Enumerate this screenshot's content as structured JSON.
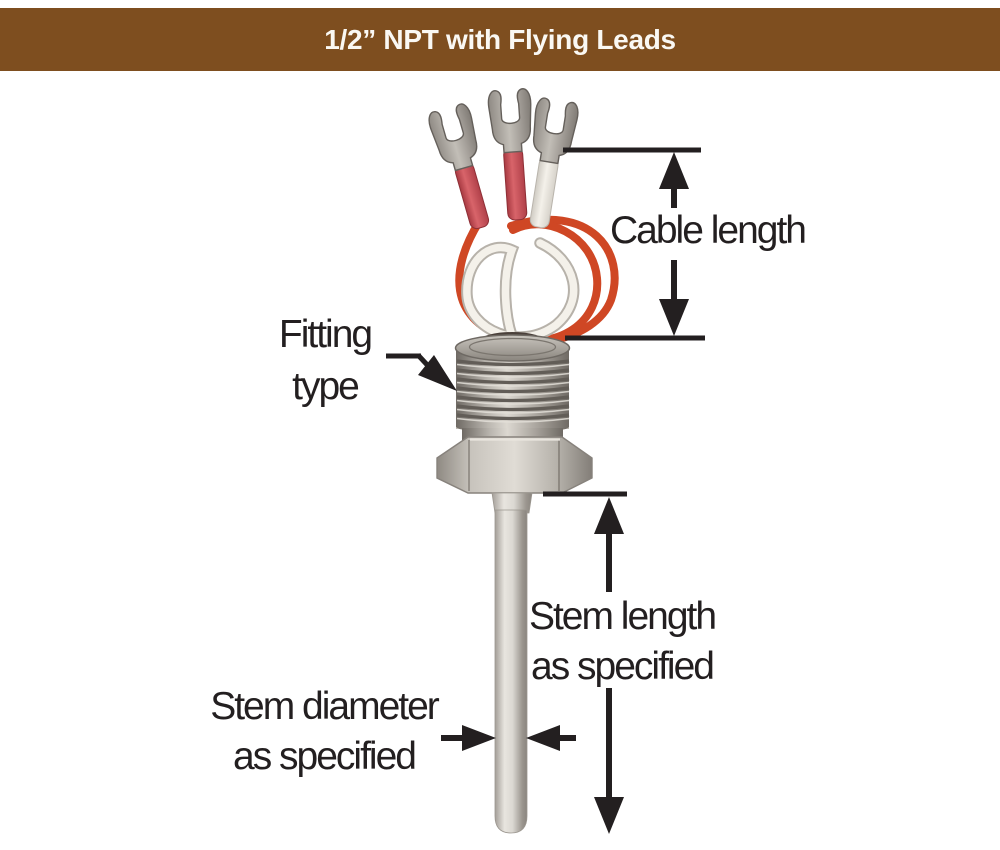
{
  "header": {
    "title": "1/2” NPT with Flying Leads"
  },
  "labels": {
    "cable_length": "Cable length",
    "fitting_type": [
      "Fitting",
      "type"
    ],
    "stem_length": [
      "Stem length",
      "as specified"
    ],
    "stem_diameter": [
      "Stem diameter",
      "as specified"
    ]
  },
  "colors": {
    "header_bg": "#7E4E1F",
    "header_text": "#FAF8F3",
    "annotation": "#231F20",
    "wire_red": "#CF4724",
    "wire_white": "#F4F1EA"
  }
}
